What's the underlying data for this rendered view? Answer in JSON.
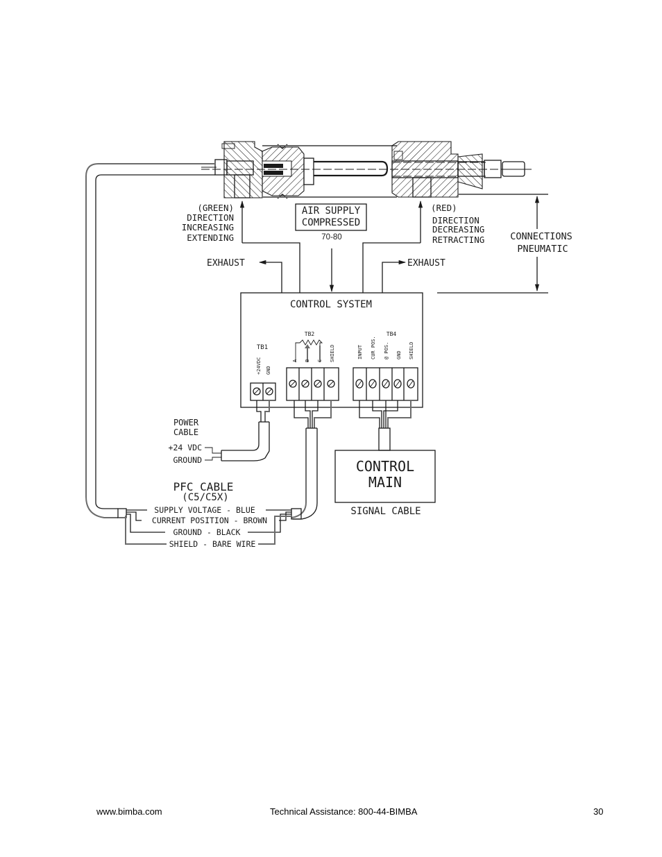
{
  "diagram": {
    "cylinder_labels": {
      "green_port": [
        "(GREEN)",
        "DIRECTION",
        "INCREASING",
        "EXTENDING"
      ],
      "red_port": [
        "(RED)",
        "DIRECTION",
        "DECREASING",
        "RETRACTING"
      ],
      "air_supply": [
        "AIR SUPPLY",
        "COMPRESSED"
      ],
      "air_pressure": "70-80",
      "exhaust_left": "EXHAUST",
      "exhaust_right": "EXHAUST",
      "connections": [
        "CONNECTIONS",
        "PNEUMATIC"
      ]
    },
    "control_system": {
      "title": "CONTROL SYSTEM",
      "tb1": {
        "name": "TB1",
        "terminals": [
          "+24VDC",
          "GND"
        ]
      },
      "tb2": {
        "name": "TB2",
        "terminals": [
          "A",
          "B",
          "C",
          "SHIELD"
        ]
      },
      "tb4": {
        "name": "TB4",
        "terminals": [
          "INPUT",
          "CUR POS.",
          "@ POS.",
          "GND",
          "SHIELD"
        ]
      }
    },
    "power_cable": {
      "title": [
        "POWER",
        "CABLE"
      ],
      "wires": [
        "+24 VDC",
        "GROUND"
      ]
    },
    "main_control": {
      "title": [
        "CONTROL",
        "MAIN"
      ],
      "cable_label": "SIGNAL CABLE"
    },
    "pfc_cable": {
      "title": "PFC CABLE",
      "model": "(C5/C5X)",
      "wires": [
        "SUPPLY VOLTAGE - BLUE",
        "CURRENT POSITION - BROWN",
        "GROUND - BLACK",
        "SHIELD - BARE WIRE"
      ]
    }
  },
  "footer": {
    "website": "www.bimba.com",
    "assistance": "Technical Assistance: 800-44-BIMBA",
    "page_number": "30"
  }
}
